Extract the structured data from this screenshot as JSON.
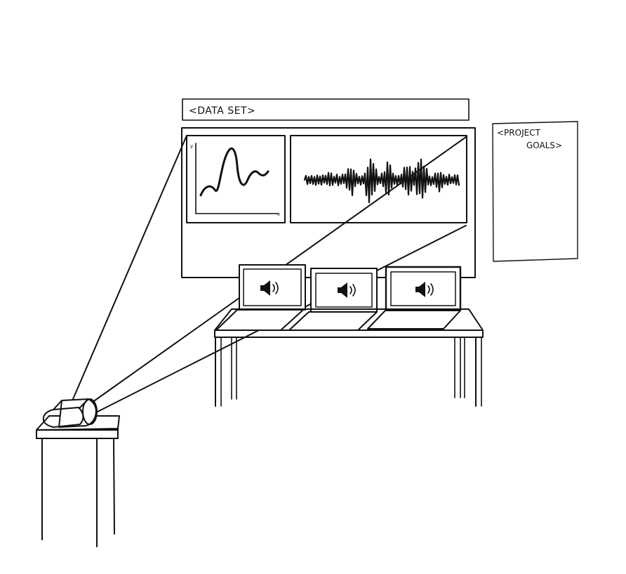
{
  "banner": {
    "text": "<DATA SET>"
  },
  "notes": {
    "line1": "<PROJECT",
    "line2": "GOALS>"
  },
  "chart_small": {
    "y_label": "y",
    "x_label": "x"
  },
  "laptops": [
    {
      "icon": "speaker-icon"
    },
    {
      "icon": "speaker-icon"
    },
    {
      "icon": "speaker-icon"
    }
  ],
  "colors": {
    "ink": "#111111",
    "paper": "#ffffff"
  }
}
